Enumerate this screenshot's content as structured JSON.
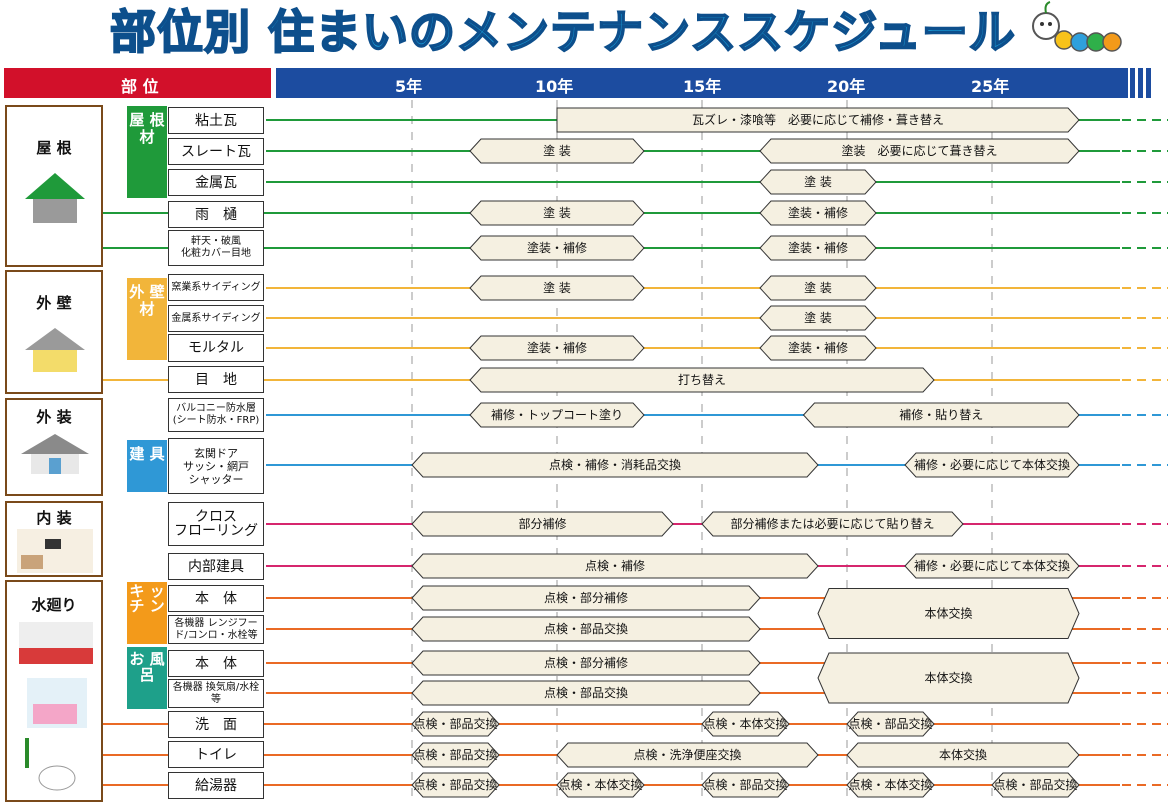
{
  "title": "部位別 住まいのメンテナンススケジュール",
  "header": {
    "part_label": "部 位",
    "years": [
      "5年",
      "10年",
      "15年",
      "20年",
      "25年"
    ]
  },
  "colors": {
    "roof": "#1f9a3a",
    "wall": "#f2b53a",
    "exterior": "#2f98d6",
    "interior": "#d6266e",
    "water": "#ea6a25"
  },
  "categories": [
    {
      "label": "屋 根",
      "icon": "roof-house-icon"
    },
    {
      "label": "外 壁",
      "icon": "wall-house-icon"
    },
    {
      "label": "外 装",
      "icon": "exterior-house-icon"
    },
    {
      "label": "内 装",
      "icon": "interior-room-icon"
    },
    {
      "label": "水廻り",
      "icon": "water-equipment-icon"
    }
  ],
  "groups": [
    {
      "label": "屋\n根\n材",
      "color": "#1f9a3a"
    },
    {
      "label": "外\n壁\n材",
      "color": "#f2b53a"
    },
    {
      "label": "建\n具",
      "color": "#2f98d6"
    },
    {
      "label": "キ\nッ\nチ\nン",
      "color": "#f39a1a"
    },
    {
      "label": "お\n風\n呂",
      "color": "#1ea08a"
    }
  ],
  "rows": [
    {
      "name": "粘土瓦",
      "color": "#1f9a3a",
      "tasks": [
        {
          "from": 10,
          "to": 28,
          "label": "瓦ズレ・漆喰等　必要に応じて補修・葺き替え",
          "end": "flat"
        }
      ]
    },
    {
      "name": "スレート瓦",
      "color": "#1f9a3a",
      "tasks": [
        {
          "from": 7,
          "to": 13,
          "label": "塗 装"
        },
        {
          "from": 17,
          "to": 28,
          "label": "塗装　必要に応じて葺き替え"
        }
      ]
    },
    {
      "name": "金属瓦",
      "color": "#1f9a3a",
      "tasks": [
        {
          "from": 17,
          "to": 21,
          "label": "塗 装"
        }
      ]
    },
    {
      "name": "雨　樋",
      "color": "#1f9a3a",
      "tasks": [
        {
          "from": 7,
          "to": 13,
          "label": "塗 装"
        },
        {
          "from": 17,
          "to": 21,
          "label": "塗装・補修"
        }
      ]
    },
    {
      "name": "軒天・破風\n化粧カバー目地",
      "color": "#1f9a3a",
      "tasks": [
        {
          "from": 7,
          "to": 13,
          "label": "塗装・補修"
        },
        {
          "from": 17,
          "to": 21,
          "label": "塗装・補修"
        }
      ]
    },
    {
      "name": "窯業系サイディング",
      "color": "#f2b53a",
      "tasks": [
        {
          "from": 7,
          "to": 13,
          "label": "塗 装"
        },
        {
          "from": 17,
          "to": 21,
          "label": "塗 装"
        }
      ]
    },
    {
      "name": "金属系サイディング",
      "color": "#f2b53a",
      "tasks": [
        {
          "from": 17,
          "to": 21,
          "label": "塗 装"
        }
      ]
    },
    {
      "name": "モルタル",
      "color": "#f2b53a",
      "tasks": [
        {
          "from": 7,
          "to": 13,
          "label": "塗装・補修"
        },
        {
          "from": 17,
          "to": 21,
          "label": "塗装・補修"
        }
      ]
    },
    {
      "name": "目　地",
      "color": "#f2b53a",
      "tasks": [
        {
          "from": 7,
          "to": 23,
          "label": "打ち替え"
        }
      ]
    },
    {
      "name": "バルコニー防水層\n(シート防水・FRP)",
      "color": "#2f98d6",
      "tasks": [
        {
          "from": 7,
          "to": 13,
          "label": "補修・トップコート塗り"
        },
        {
          "from": 18.5,
          "to": 28,
          "label": "補修・貼り替え"
        }
      ]
    },
    {
      "name": "玄関ドア\nサッシ・網戸\nシャッター",
      "color": "#2f98d6",
      "tasks": [
        {
          "from": 5,
          "to": 19,
          "label": "点検・補修・消耗品交換"
        },
        {
          "from": 22,
          "to": 28,
          "label": "補修・必要に応じて本体交換"
        }
      ]
    },
    {
      "name": "クロス\nフローリング",
      "color": "#d6266e",
      "tasks": [
        {
          "from": 5,
          "to": 14,
          "label": "部分補修"
        },
        {
          "from": 15,
          "to": 24,
          "label": "部分補修または必要に応じて貼り替え"
        }
      ]
    },
    {
      "name": "内部建具",
      "color": "#d6266e",
      "tasks": [
        {
          "from": 5,
          "to": 19,
          "label": "点検・補修"
        },
        {
          "from": 22,
          "to": 28,
          "label": "補修・必要に応じて本体交換"
        }
      ]
    },
    {
      "name": "本　体",
      "color": "#ea6a25",
      "tasks": [
        {
          "from": 5,
          "to": 17,
          "label": "点検・部分補修"
        }
      ]
    },
    {
      "name": "各機器 レンジフード/コンロ・水栓等",
      "color": "#ea6a25",
      "tasks": [
        {
          "from": 5,
          "to": 17,
          "label": "点検・部品交換"
        }
      ]
    },
    {
      "name": "本　体",
      "color": "#ea6a25",
      "tasks": [
        {
          "from": 5,
          "to": 17,
          "label": "点検・部分補修"
        }
      ]
    },
    {
      "name": "各機器 換気扇/水栓等",
      "color": "#ea6a25",
      "tasks": [
        {
          "from": 5,
          "to": 17,
          "label": "点検・部品交換"
        }
      ]
    },
    {
      "name": "洗　面",
      "color": "#ea6a25",
      "tasks": [
        {
          "from": 5,
          "to": 8,
          "label": "点検・部品交換"
        },
        {
          "from": 15,
          "to": 18,
          "label": "点検・本体交換"
        },
        {
          "from": 20,
          "to": 23,
          "label": "点検・部品交換"
        }
      ]
    },
    {
      "name": "トイレ",
      "color": "#ea6a25",
      "tasks": [
        {
          "from": 5,
          "to": 8,
          "label": "点検・部品交換"
        },
        {
          "from": 10,
          "to": 19,
          "label": "点検・洗浄便座交換"
        },
        {
          "from": 20,
          "to": 28,
          "label": "本体交換"
        }
      ]
    },
    {
      "name": "給湯器",
      "color": "#ea6a25",
      "tasks": [
        {
          "from": 5,
          "to": 8,
          "label": "点検・部品交換"
        },
        {
          "from": 10,
          "to": 13,
          "label": "点検・本体交換"
        },
        {
          "from": 15,
          "to": 18,
          "label": "点検・部品交換"
        },
        {
          "from": 20,
          "to": 23,
          "label": "点検・本体交換"
        },
        {
          "from": 25,
          "to": 28,
          "label": "点検・部品交換"
        }
      ]
    }
  ],
  "merged": [
    {
      "rows": [
        13,
        14
      ],
      "from": 19,
      "to": 28,
      "label": "本体交換"
    },
    {
      "rows": [
        15,
        16
      ],
      "from": 19,
      "to": 28,
      "label": "本体交換"
    }
  ]
}
